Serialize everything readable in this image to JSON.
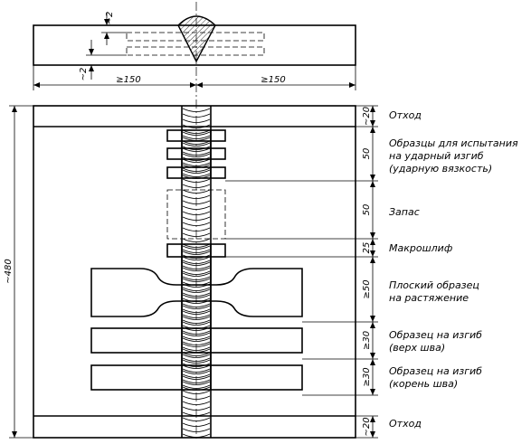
{
  "top_view": {
    "dim_left": "≥150",
    "dim_right": "≥150",
    "dim_gap_top": "~2",
    "dim_gap_bottom": "~2"
  },
  "overall_height": "~480",
  "zones": [
    {
      "id": "waste-top",
      "dim": "~20",
      "label_lines": [
        "Отход"
      ]
    },
    {
      "id": "impact",
      "dim": "50",
      "label_lines": [
        "Образцы для испытания",
        "на ударный изгиб",
        "(ударную вязкость)"
      ]
    },
    {
      "id": "reserve",
      "dim": "50",
      "label_lines": [
        "Запас"
      ]
    },
    {
      "id": "macro",
      "dim": "25",
      "label_lines": [
        "Макрошлиф"
      ]
    },
    {
      "id": "tensile",
      "dim": "≥50",
      "label_lines": [
        "Плоский образец",
        "на растяжение"
      ]
    },
    {
      "id": "bend-face",
      "dim": "≥30",
      "label_lines": [
        "Образец на изгиб",
        "(верх шва)"
      ]
    },
    {
      "id": "bend-root",
      "dim": "≥30",
      "label_lines": [
        "Образец на изгиб",
        "(корень шва)"
      ]
    },
    {
      "id": "waste-bottom",
      "dim": "~20",
      "label_lines": [
        "Отход"
      ]
    }
  ]
}
